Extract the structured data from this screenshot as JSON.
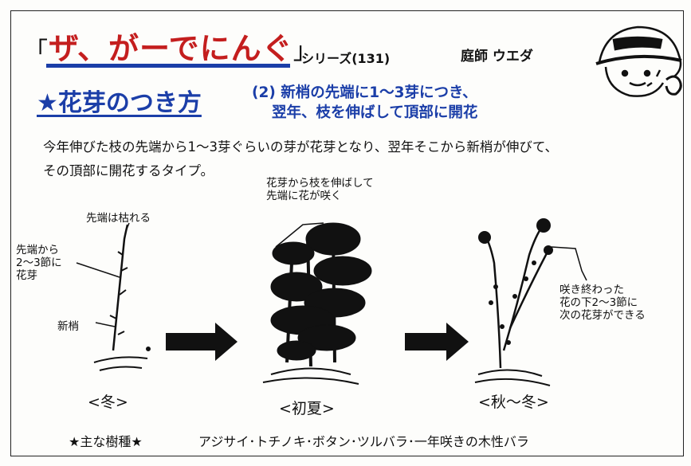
{
  "header": {
    "series_title": "ザ、がーでにんぐ",
    "bracket_open": "「",
    "bracket_close": "」",
    "series_number": "シリーズ(131)",
    "author": "庭師 ウエダ"
  },
  "section": {
    "title": "★花芽のつき方",
    "subtitle": "(2) 新梢の先端に1～3芽につき、\n　 翌年、枝を伸ばして頂部に開花"
  },
  "intro": "今年伸びた枝の先端から1～3芽ぐらいの芽が花芽となり、翌年そこから新梢が伸びて、\nその頂部に開花するタイプ。",
  "diagram": {
    "labels": {
      "tip_dies": "先端は枯れる",
      "bud_position": "先端から\n2～3節に\n花芽",
      "new_shoot": "新梢",
      "bloom_note": "花芽から枝を伸ばして\n先端に花が咲く",
      "next_bud_note": "咲き終わった\n花の下2～3節に\n次の花芽ができる"
    },
    "seasons": [
      "<冬>",
      "<初夏>",
      "<秋～冬>"
    ]
  },
  "species": {
    "label": "★主な樹種★",
    "list": "アジサイ･トチノキ･ボタン･ツルバラ･一年咲きの木性バラ"
  },
  "colors": {
    "title_red": "#c41e1e",
    "accent_blue": "#1b3ea8",
    "ink": "#111111"
  },
  "icons": {
    "mascot": "gardener-face-icon",
    "arrows": "right-arrow-icon"
  }
}
